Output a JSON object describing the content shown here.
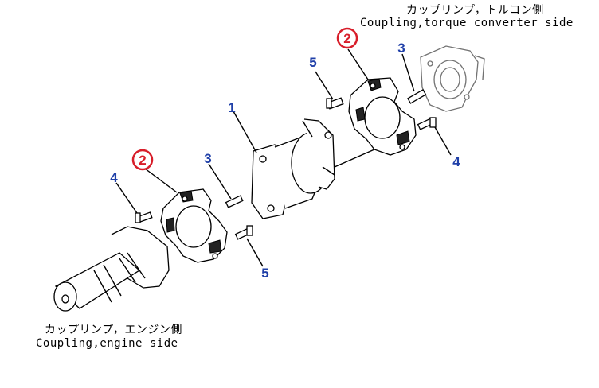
{
  "captions": {
    "top_jp": "カップリンプ，トルコン側",
    "top_en": "Coupling,torque converter side",
    "bottom_jp": "カップリンプ，エンジン側",
    "bottom_en": "Coupling,engine side"
  },
  "callouts": {
    "shaft": "1",
    "coupling_top": "2",
    "coupling_left": "2",
    "pin_top": "3",
    "pin_left": "3",
    "bolt_right": "4",
    "bolt_left": "4",
    "bolt_top": "5",
    "bolt_bottom": "5"
  },
  "colors": {
    "callout_blue": "#1f3fa8",
    "callout_red": "#d81e2a"
  }
}
